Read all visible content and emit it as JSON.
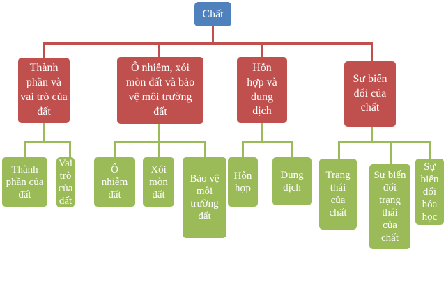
{
  "root": {
    "label": "Chất"
  },
  "branches": [
    {
      "label": "Thành phần và vai trò của đất",
      "children": [
        "Thành phần của đất",
        "Vai trò của đất"
      ]
    },
    {
      "label": "Ô nhiễm, xói mòn đất và bảo vệ môi trường đất",
      "children": [
        "Ô nhiễm đất",
        "Xói mòn đất",
        "Bảo vệ môi trường đất"
      ]
    },
    {
      "label": "Hỗn hợp và dung dịch",
      "children": [
        "Hỗn hợp",
        "Dung dịch"
      ]
    },
    {
      "label": "Sự biến đổi của chất",
      "children": [
        "Trạng thái của chất",
        "Sự biến đổi trạng thái của chất",
        "Sự biến đổi hóa học"
      ]
    }
  ],
  "colors": {
    "root": "#4f81bd",
    "level1": "#c0504d",
    "level2": "#9bbb59"
  }
}
